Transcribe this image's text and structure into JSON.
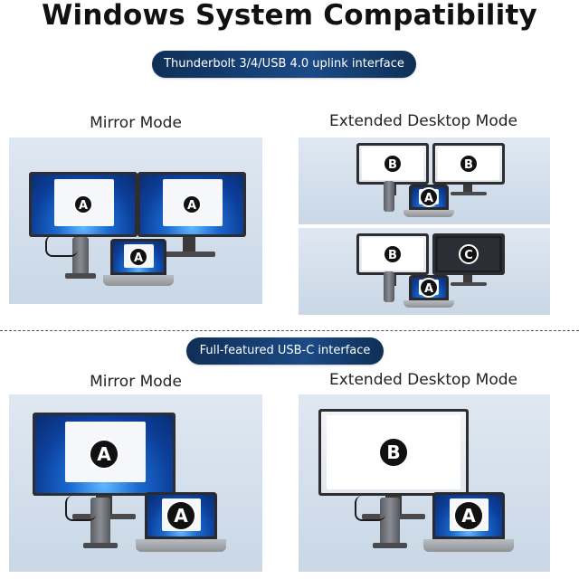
{
  "title": "Windows System Compatibility",
  "sections": [
    {
      "interface_label": "Thunderbolt 3/4/USB 4.0 uplink interface",
      "left_mode": "Mirror Mode",
      "right_mode": "Extended Desktop Mode"
    },
    {
      "interface_label": "Full-featured USB-C interface",
      "left_mode": "Mirror Mode",
      "right_mode": "Extended Desktop Mode"
    }
  ],
  "badges": {
    "a": "A",
    "b": "B",
    "c": "C"
  }
}
